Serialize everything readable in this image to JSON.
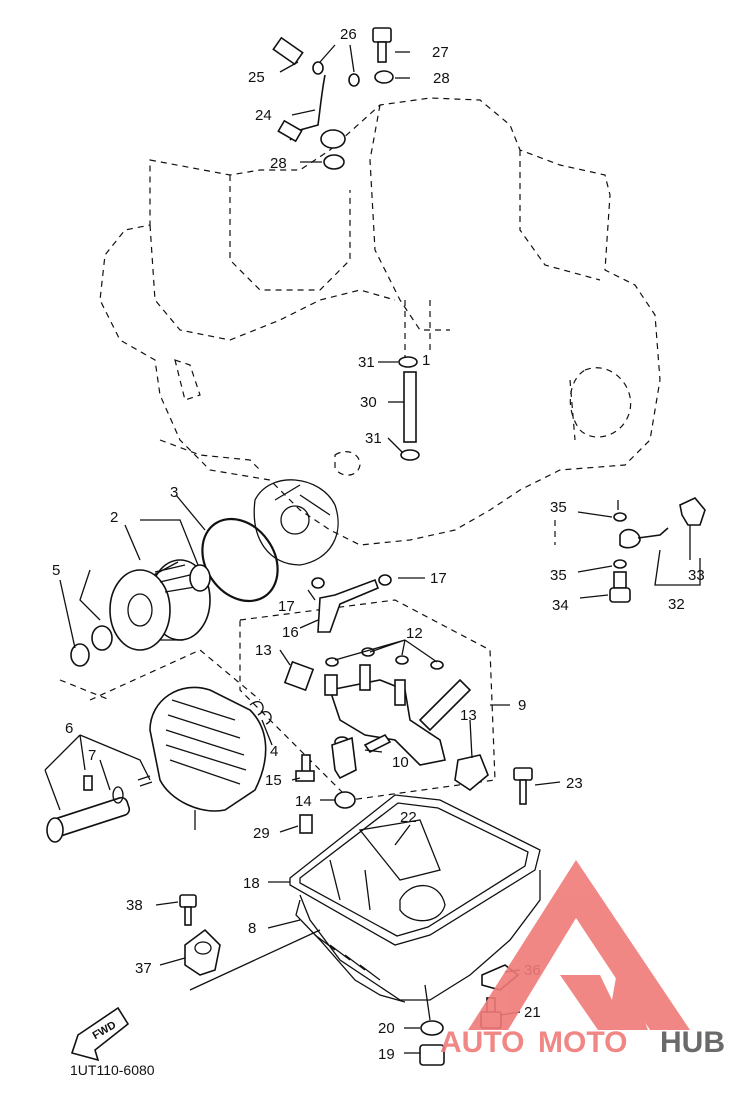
{
  "diagram": {
    "labels": [
      "2",
      "3",
      "4",
      "5",
      "6",
      "7",
      "8",
      "9",
      "10",
      "12",
      "13",
      "13",
      "14",
      "15",
      "16",
      "17",
      "17",
      "18",
      "19",
      "20",
      "21",
      "22",
      "23",
      "24",
      "25",
      "26",
      "27",
      "28",
      "28",
      "29",
      "30",
      "31",
      "31",
      "32",
      "33",
      "34",
      "35",
      "35",
      "36",
      "37",
      "38",
      "1"
    ],
    "code": "1UT110-6080",
    "fwd": "FWD"
  },
  "watermark": {
    "brand_a": "AUTO",
    "brand_b": "MOTO",
    "brand_c": "HUB",
    "color_main": "#f07b78",
    "color_dark": "#5a5a5a"
  }
}
